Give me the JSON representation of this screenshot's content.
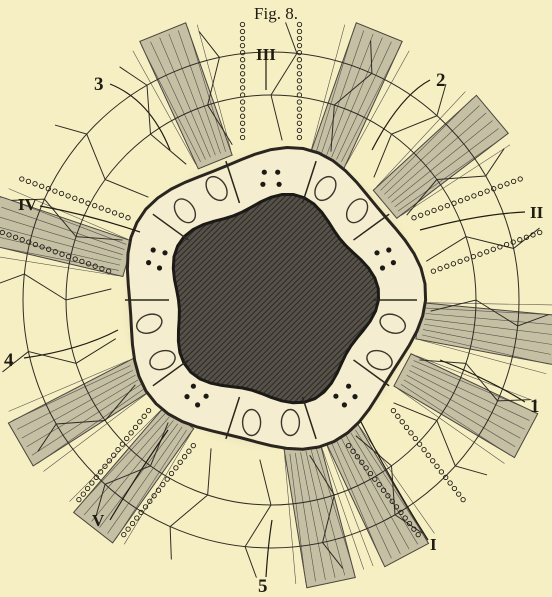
{
  "figure": {
    "title": "Fig. 8."
  },
  "ambulacral_labels": [
    "I",
    "II",
    "III",
    "IV",
    "V"
  ],
  "interambulacral_labels": [
    "1",
    "2",
    "3",
    "4",
    "5"
  ],
  "colors": {
    "paper": "#f7efc4",
    "ink": "#1f1c14",
    "plate": "#f4edcf"
  }
}
